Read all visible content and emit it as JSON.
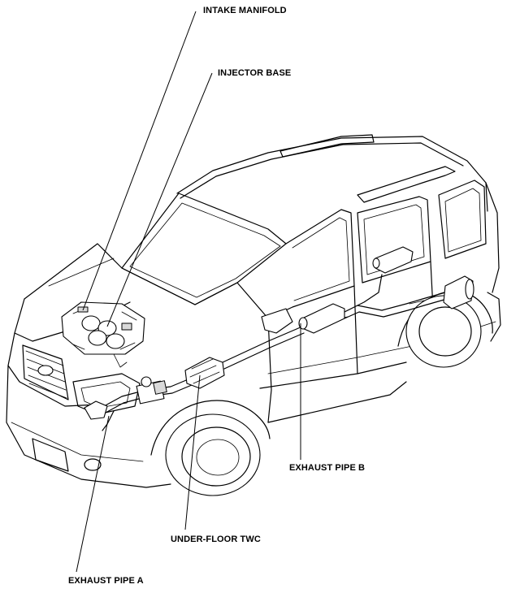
{
  "labels": {
    "intake_manifold": "INTAKE MANIFOLD",
    "injector_base": "INJECTOR BASE",
    "exhaust_pipe_b": "EXHAUST PIPE B",
    "under_floor_twc": "UNDER-FLOOR TWC",
    "exhaust_pipe_a": "EXHAUST PIPE A"
  }
}
